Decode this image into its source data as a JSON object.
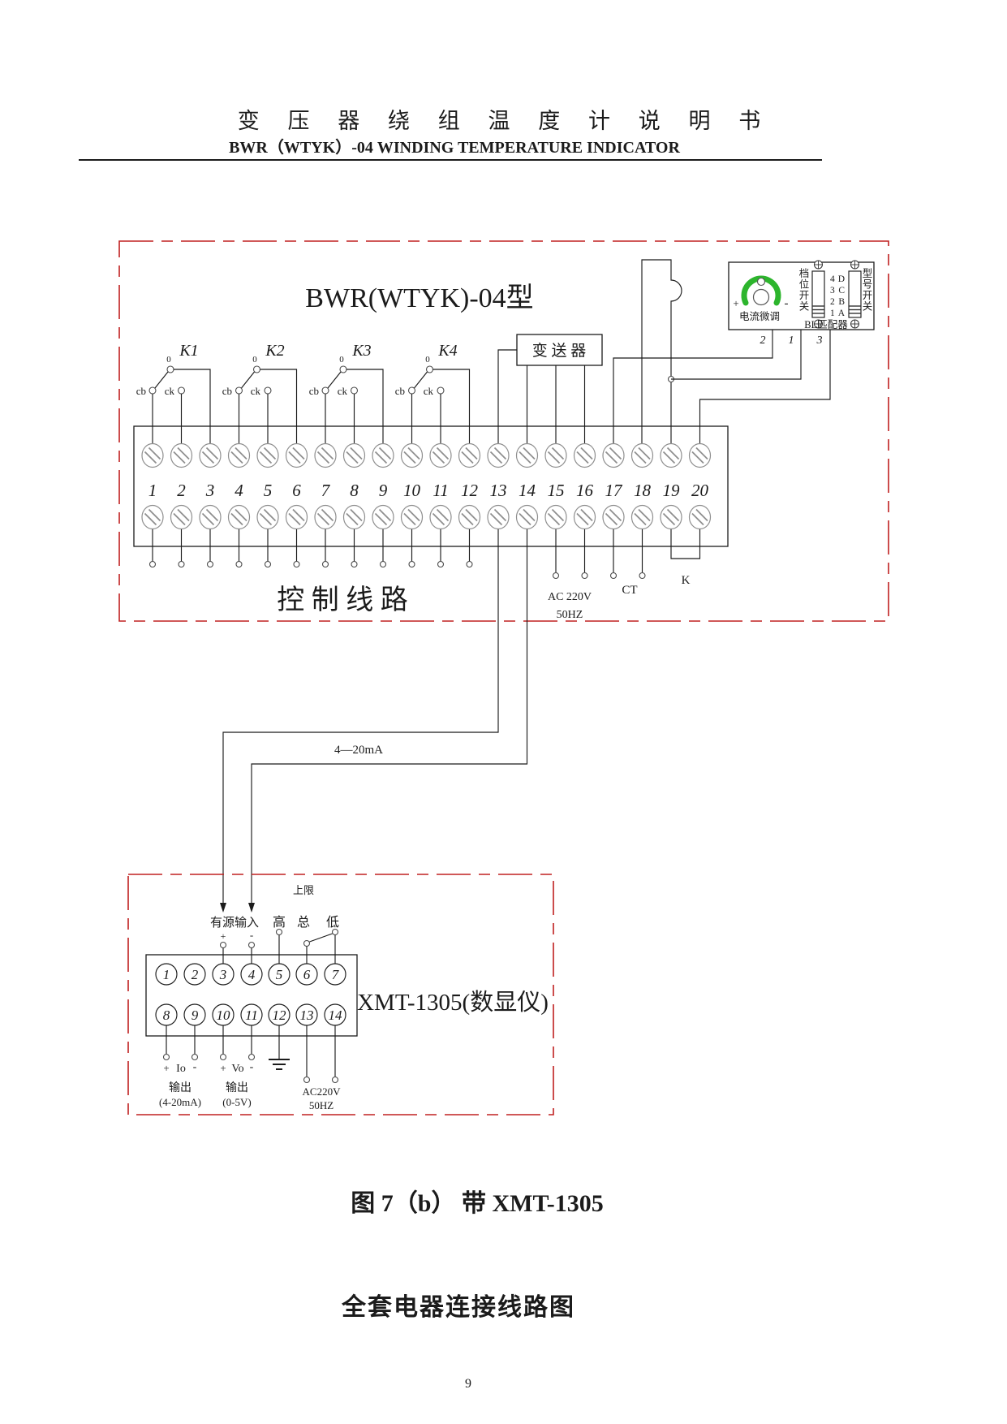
{
  "page": {
    "number": "9"
  },
  "header": {
    "title_cn": "变 压 器 绕 组 温 度 计 说 明 书",
    "title_en": "BWR（WTYK）-04 WINDING TEMPERATURE INDICATOR"
  },
  "upper": {
    "model_title": "BWR(WTYK)-04型",
    "switches": [
      {
        "name": "K1",
        "cb": "cb",
        "ck": "ck",
        "common": "0"
      },
      {
        "name": "K2",
        "cb": "cb",
        "ck": "ck",
        "common": "0"
      },
      {
        "name": "K3",
        "cb": "cb",
        "ck": "ck",
        "common": "0"
      },
      {
        "name": "K4",
        "cb": "cb",
        "ck": "ck",
        "common": "0"
      }
    ],
    "transmitter": "变 送 器",
    "module": {
      "trim_plus": "+",
      "trim_minus": "-",
      "trim_label": "电流微调",
      "gear_label": "档位开关",
      "gear_positions": [
        "4",
        "3",
        "2",
        "1"
      ],
      "model_label": "型号开关",
      "model_positions": [
        "D",
        "C",
        "B",
        "A"
      ],
      "matcher": "BL匹配器",
      "terminals": [
        "2",
        "1",
        "3"
      ]
    },
    "terminal_numbers": [
      "1",
      "2",
      "3",
      "4",
      "5",
      "6",
      "7",
      "8",
      "9",
      "10",
      "11",
      "12",
      "13",
      "14",
      "15",
      "16",
      "17",
      "18",
      "19",
      "20"
    ],
    "control_label": "控 制 线 路",
    "ac_line1": "AC 220V",
    "ac_line2": "50HZ",
    "ct": "CT",
    "k": "K"
  },
  "link": {
    "loop_label": "4—20mA"
  },
  "xmt": {
    "title": "XMT-1305(数显仪)",
    "terminals": [
      "1",
      "2",
      "3",
      "4",
      "5",
      "6",
      "7",
      "8",
      "9",
      "10",
      "11",
      "12",
      "13",
      "14"
    ],
    "input_label": "有源输入",
    "input_plus": "+",
    "input_minus": "-",
    "high": "高",
    "upper_limit": "上限",
    "total": "总",
    "low": "低",
    "io": {
      "plus": "+",
      "sym": "Io",
      "minus": "-",
      "out": "输出",
      "range": "(4-20mA)"
    },
    "vo": {
      "plus": "+",
      "sym": "Vo",
      "minus": "-",
      "out": "输出",
      "range": "(0-5V)"
    },
    "ac_line1": "AC220V",
    "ac_line2": "50HZ"
  },
  "caption": {
    "line1": "图 7（b）  带 XMT-1305",
    "line2": "全套电器连接线路图"
  },
  "colors": {
    "border_red": "#c02020",
    "dial_green": "#2db52d"
  }
}
